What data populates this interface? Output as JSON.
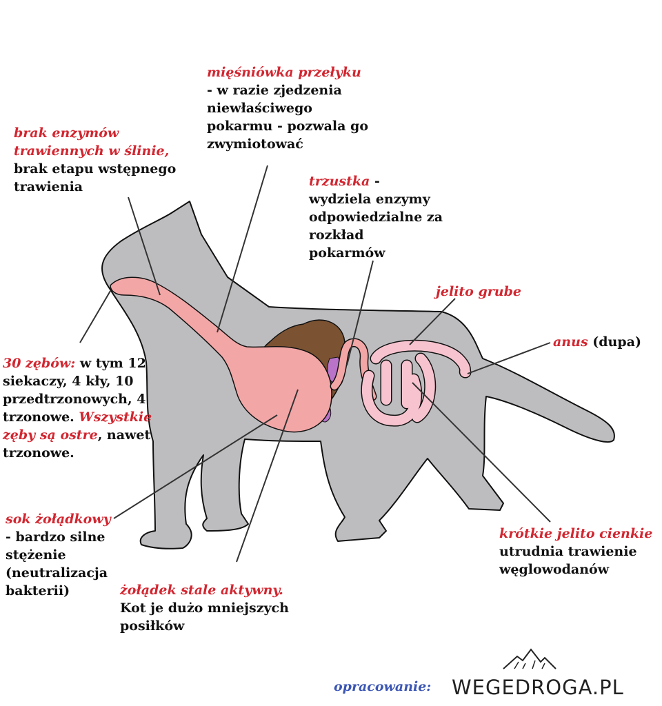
{
  "labels": {
    "esophagus": {
      "title": "mięśniówka przełyku",
      "lines": [
        "- w razie zjedzenia",
        "niewłaściwego",
        "pokarmu - pozwala go",
        "zwymiotować"
      ]
    },
    "saliva": {
      "title_lines": [
        "brak enzymów",
        "trawiennych w ślinie,"
      ],
      "lines": [
        "brak etapu wstępnego",
        "trawienia"
      ]
    },
    "pancreas": {
      "title": "trzustka",
      "dash": " -",
      "lines": [
        "wydziela enzymy",
        "odpowiedzialne za",
        "rozkład",
        "pokarmów"
      ]
    },
    "large_intestine": {
      "title": "jelito grube"
    },
    "anus": {
      "title": "anus",
      "note": " (dupa)"
    },
    "teeth": {
      "l1_red": "30 zębów:",
      "l1_rest": " w tym 12",
      "l2": "siekaczy, 4 kły, 10",
      "l3": "przedtrzonowych, 4",
      "l4_black": "trzonowe. ",
      "l4_red": "Wszystkie",
      "l5_red": "zęby są ostre",
      "l5_rest": ", nawet",
      "l6": "trzonowe."
    },
    "gastric_juice": {
      "title": "sok żołądkowy",
      "lines": [
        "- bardzo silne",
        "stężenie",
        "(neutralizacja",
        "bakterii)"
      ]
    },
    "stomach": {
      "title": "żołądek stale aktywny.",
      "lines": [
        "Kot je dużo mniejszych",
        "posiłków"
      ]
    },
    "small_intestine": {
      "title": "krótkie jelito cienkie",
      "lines": [
        "utrudnia trawienie",
        "węglowodanów"
      ]
    }
  },
  "footer": {
    "credit": "opracowanie:",
    "brand": "WEGEDROGA.PL"
  },
  "colors": {
    "red_text": "#d22630",
    "body_grey": "#bdbdbf",
    "outline": "#111111",
    "digestive_pink": "#f3a6a6",
    "liver_brown": "#7b5232",
    "intestine_pink": "#f7c3cf",
    "pancreas_purple": "#b974c9",
    "gallbladder_green": "#c4d94a",
    "credit_blue": "#3a55b4"
  },
  "icons": {
    "logo": "mountain-icon"
  }
}
